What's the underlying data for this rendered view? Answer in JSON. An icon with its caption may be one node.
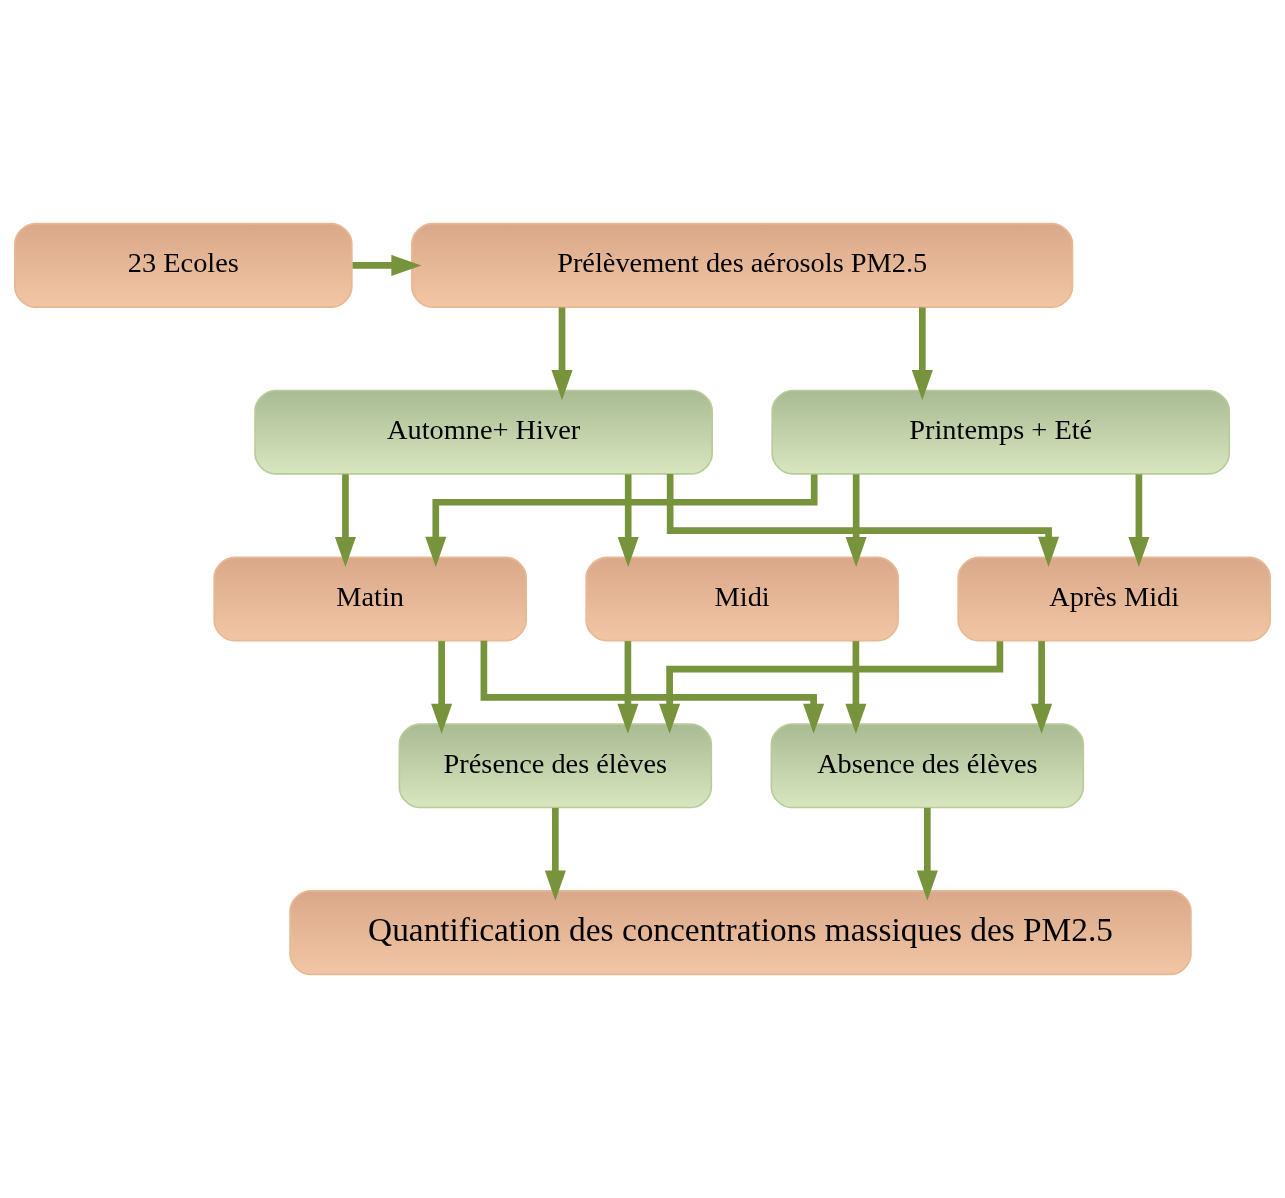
{
  "diagram": {
    "nodes": [
      {
        "text": [
          "23 Ecoles"
        ]
      },
      {
        "text": [
          "Prélèvement des aérosols PM2.5"
        ]
      },
      {
        "text": [
          "Automne+ Hiver"
        ]
      },
      {
        "text": [
          "Printemps + Eté"
        ]
      },
      {
        "text": [
          "Matin"
        ]
      },
      {
        "text": [
          "Midi"
        ]
      },
      {
        "text": [
          "Après Midi"
        ]
      },
      {
        "text": [
          "Présence des élèves"
        ]
      },
      {
        "text": [
          "Absence des élèves"
        ]
      },
      {
        "text": [
          "Quantification des concentrations massiques des PM2.5"
        ]
      }
    ],
    "edges": [
      {
        "from": 0,
        "to": 1,
        "arrow": "to"
      },
      {
        "from": 1,
        "to": 2,
        "arrow": "to"
      },
      {
        "from": 1,
        "to": 3,
        "arrow": "to"
      },
      {
        "from": 2,
        "to": 4,
        "arrow": "to"
      },
      {
        "from": 2,
        "to": 5,
        "arrow": "to"
      },
      {
        "from": 2,
        "to": 6,
        "arrow": "to"
      },
      {
        "from": 3,
        "to": 4,
        "arrow": "to"
      },
      {
        "from": 3,
        "to": 5,
        "arrow": "to"
      },
      {
        "from": 3,
        "to": 6,
        "arrow": "to"
      },
      {
        "from": 4,
        "to": 7,
        "arrow": "to"
      },
      {
        "from": 4,
        "to": 8,
        "arrow": "to"
      },
      {
        "from": 5,
        "to": 7,
        "arrow": "to"
      },
      {
        "from": 5,
        "to": 8,
        "arrow": "to"
      },
      {
        "from": 6,
        "to": 7,
        "arrow": "to"
      },
      {
        "from": 6,
        "to": 8,
        "arrow": "to"
      },
      {
        "from": 7,
        "to": 9,
        "arrow": "to"
      },
      {
        "from": 8,
        "to": 9,
        "arrow": "to"
      }
    ]
  }
}
